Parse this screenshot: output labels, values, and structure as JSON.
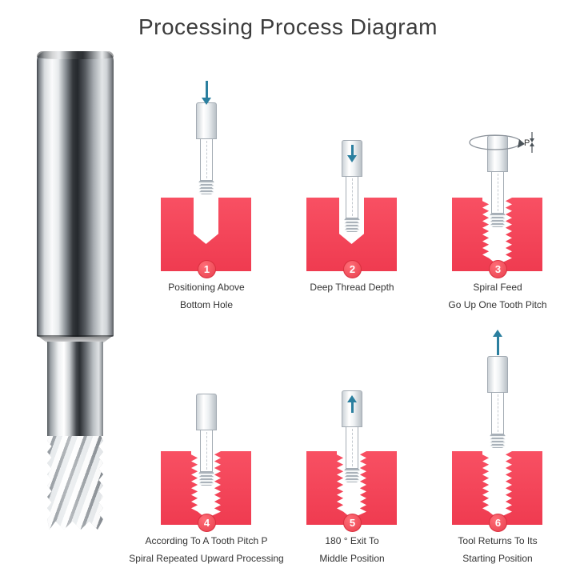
{
  "title": "Processing Process Diagram",
  "colors": {
    "workpiece_red": "#f54a5c",
    "badge_red": "#e8404e",
    "arrow_blue": "#2b7f9f"
  },
  "steps": [
    {
      "num": "1",
      "caption1": "Positioning Above",
      "caption2": "Bottom Hole"
    },
    {
      "num": "2",
      "caption1": "Deep Thread Depth",
      "caption2": ""
    },
    {
      "num": "3",
      "caption1": "Spiral Feed",
      "caption2": "Go Up One Tooth Pitch",
      "pitch_label": "P"
    },
    {
      "num": "4",
      "caption1": "According To A Tooth Pitch P",
      "caption2": "Spiral Repeated Upward Processing"
    },
    {
      "num": "5",
      "caption1": "180 ° Exit To",
      "caption2": "Middle Position"
    },
    {
      "num": "6",
      "caption1": "Tool Returns To Its",
      "caption2": "Starting Position"
    }
  ]
}
